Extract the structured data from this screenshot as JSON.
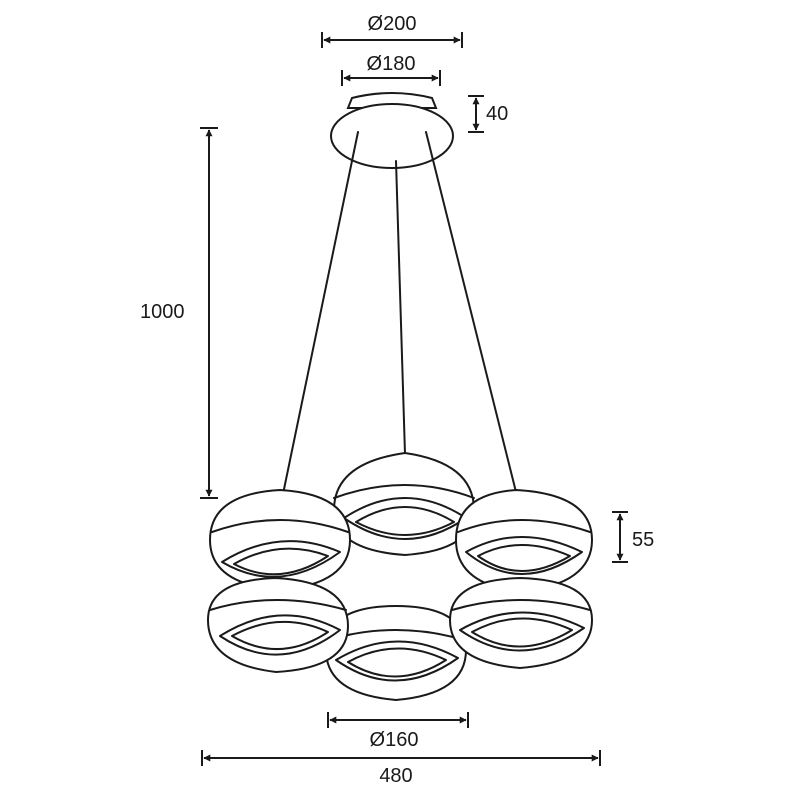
{
  "dimensions": {
    "canopy_outer_diameter": "Ø200",
    "canopy_inner_diameter": "Ø180",
    "canopy_height": "40",
    "suspension_length": "1000",
    "ring_height": "55",
    "ring_diameter": "Ø160",
    "overall_width": "480"
  },
  "colors": {
    "line": "#1a1a1a",
    "background": "#ffffff"
  }
}
